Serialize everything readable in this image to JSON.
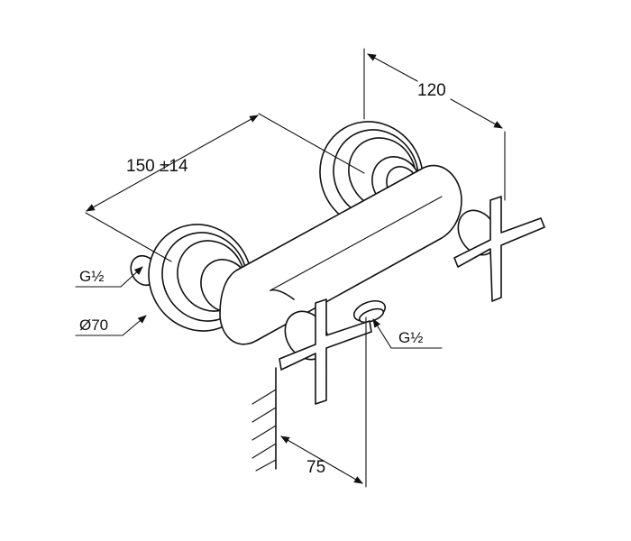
{
  "dimensions": {
    "depth": "120",
    "spacing": "150 ±14",
    "projection": "75"
  },
  "labels": {
    "inlet_thread": "G½",
    "rosette_diameter": "Ø70",
    "outlet_thread": "G½"
  }
}
